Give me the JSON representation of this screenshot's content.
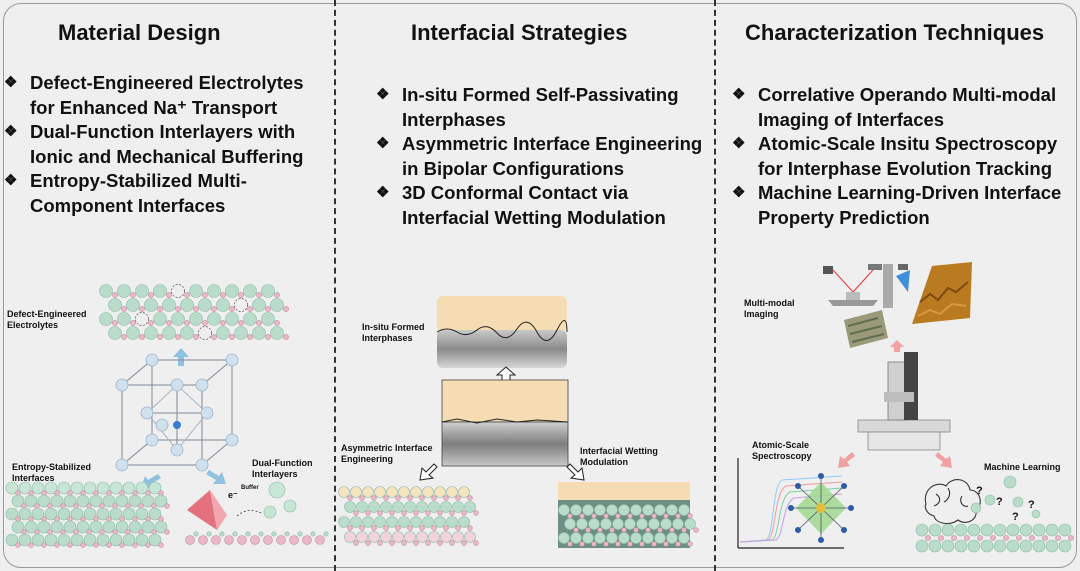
{
  "panels": [
    {
      "title": "Material Design",
      "bullets": [
        "Defect-Engineered Electrolytes for Enhanced Na⁺ Transport",
        "Dual-Function Interlayers with Ionic and Mechanical Buffering",
        "Entropy-Stabilized Multi-Component Interfaces"
      ],
      "labels": {
        "defect": "Defect-Engineered Electrolytes",
        "entropy": "Entropy-Stabilized Interfaces",
        "dual": "Dual-Function Interlayers",
        "buffer": "Buffer",
        "electron": "e⁻"
      }
    },
    {
      "title": "Interfacial Strategies",
      "bullets": [
        "In-situ Formed Self-Passivating Interphases",
        "Asymmetric Interface Engineering in Bipolar Configurations",
        "3D Conformal Contact via Interfacial Wetting Modulation"
      ],
      "labels": {
        "insitu": "In-situ Formed Interphases",
        "asym": "Asymmetric Interface Engineering",
        "wetting": "Interfacial Wetting Modulation"
      }
    },
    {
      "title": "Characterization Techniques",
      "bullets": [
        "Correlative Operando Multi-modal Imaging of Interfaces",
        "Atomic-Scale Insitu Spectroscopy for Interphase Evolution Tracking",
        "Machine Learning-Driven Interface Property Prediction"
      ],
      "labels": {
        "imaging": "Multi-modal Imaging",
        "spectro": "Atomic-Scale Spectroscopy",
        "ml": "Machine Learning",
        "qmark": "?"
      }
    }
  ],
  "bullet_symbol": "❖",
  "colors": {
    "background": "#efefef",
    "green_atom": "#b9dccb",
    "pink_atom": "#e9b9c8",
    "beige_layer": "#f6dcb2",
    "gray_layer": "#9a9a9a",
    "arrow_blue": "#8fc2e0",
    "arrow_pink": "#f2a0a0",
    "ochre_surface": "#b97a20"
  }
}
